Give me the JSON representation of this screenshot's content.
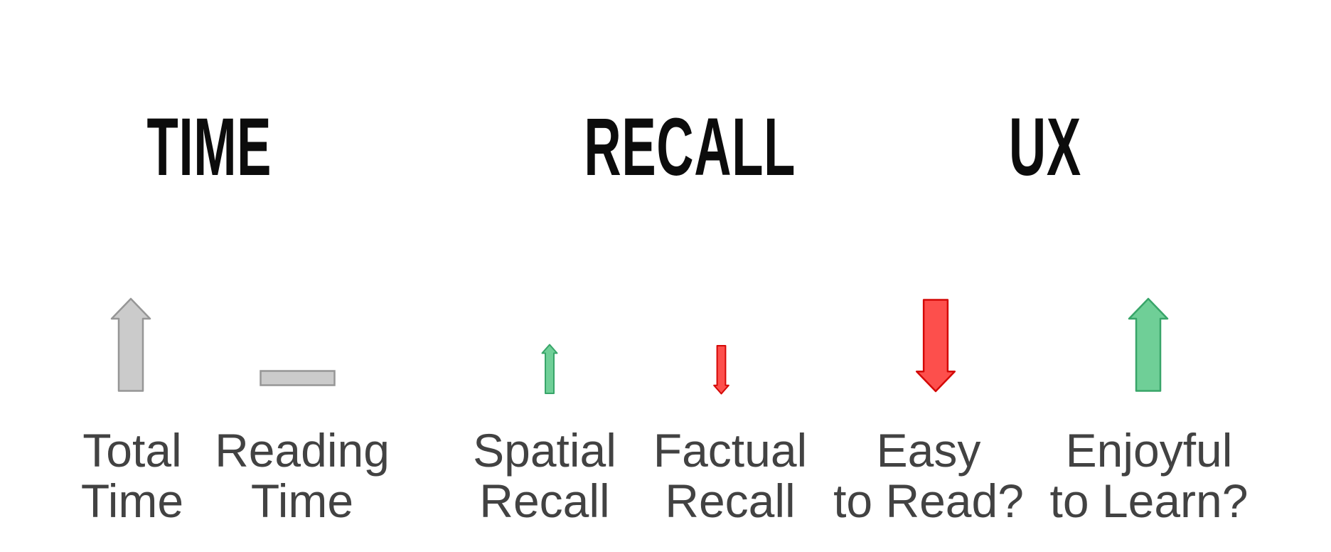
{
  "slide": {
    "background": "#ffffff"
  },
  "colors": {
    "header_text": "#0c0c0c",
    "label_text": "#424242",
    "gray_fill": "#cbcbcb",
    "gray_stroke": "#969696",
    "green_fill": "#6fcf97",
    "green_stroke": "#38a569",
    "red_fill": "#fd4f4c",
    "red_stroke": "#d40806"
  },
  "sections": [
    {
      "title": "TIME",
      "items": [
        {
          "label": "Total\nTime",
          "indicator": "up-arrow-large",
          "indicator_color": "gray"
        },
        {
          "label": "Reading\nTime",
          "indicator": "flat-bar",
          "indicator_color": "gray"
        }
      ]
    },
    {
      "title": "RECALL",
      "items": [
        {
          "label": "Spatial\nRecall",
          "indicator": "up-arrow-small",
          "indicator_color": "green"
        },
        {
          "label": "Factual\nRecall",
          "indicator": "down-arrow-small",
          "indicator_color": "red"
        }
      ]
    },
    {
      "title": "UX",
      "items": [
        {
          "label": "Easy\nto Read?",
          "indicator": "down-arrow-large",
          "indicator_color": "red"
        },
        {
          "label": "Enjoyful\nto Learn?",
          "indicator": "up-arrow-large",
          "indicator_color": "green"
        }
      ]
    }
  ]
}
